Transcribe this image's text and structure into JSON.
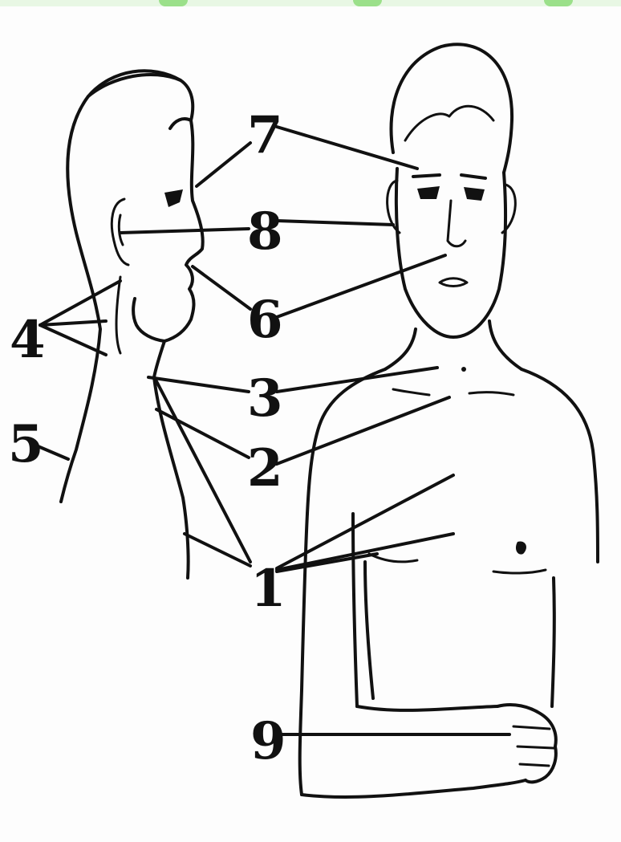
{
  "labels": {
    "l1": "1",
    "l2": "2",
    "l3": "3",
    "l4": "4",
    "l5": "5",
    "l6": "6",
    "l7": "7",
    "l8": "8",
    "l9": "9"
  },
  "colors": {
    "ink": "#111111",
    "background": "#fdfdfd",
    "top_strip": "#e8f7e4",
    "top_strip_accent": "#9be08a"
  }
}
